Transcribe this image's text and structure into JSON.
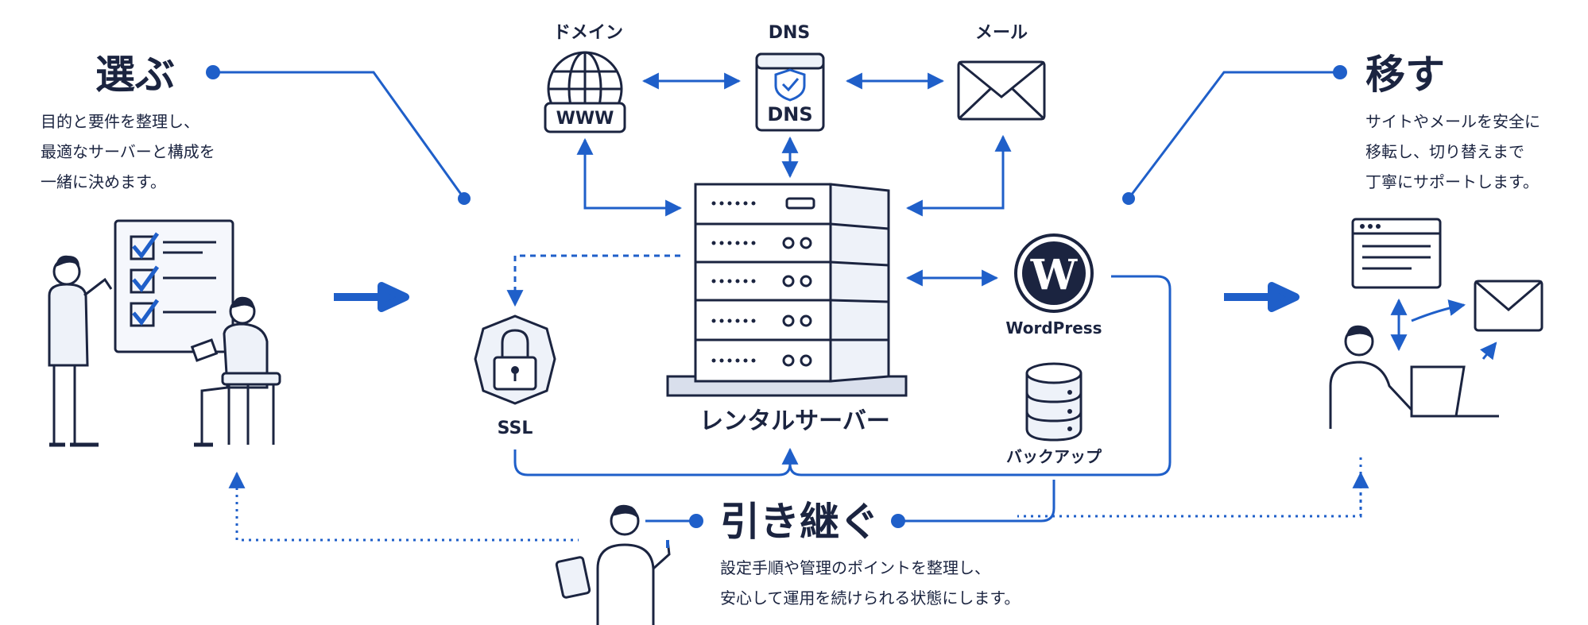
{
  "choose": {
    "title": "選ぶ",
    "lines": [
      "目的と要件を整理し、",
      "最適なサーバーと構成を",
      "一緒に決めます。"
    ]
  },
  "migrate": {
    "title": "移す",
    "lines": [
      "サイトやメールを安全に",
      "移転し、切り替えまで",
      "丁寧にサポートします。"
    ]
  },
  "handover": {
    "title": "引き継ぐ",
    "lines": [
      "設定手順や管理のポイントを整理し、",
      "安心して運用を続けられる状態にします。"
    ]
  },
  "services": {
    "domain": "ドメイン",
    "www": "WWW",
    "dns_top": "DNS",
    "dns_icon": "DNS",
    "mail": "メール",
    "ssl": "SSL",
    "wordpress": "WordPress",
    "backup": "バックアップ",
    "server": "レンタルサーバー"
  },
  "colors": {
    "accent": "#1f5fc9",
    "ink": "#1b2440",
    "light": "#eef2f9"
  }
}
